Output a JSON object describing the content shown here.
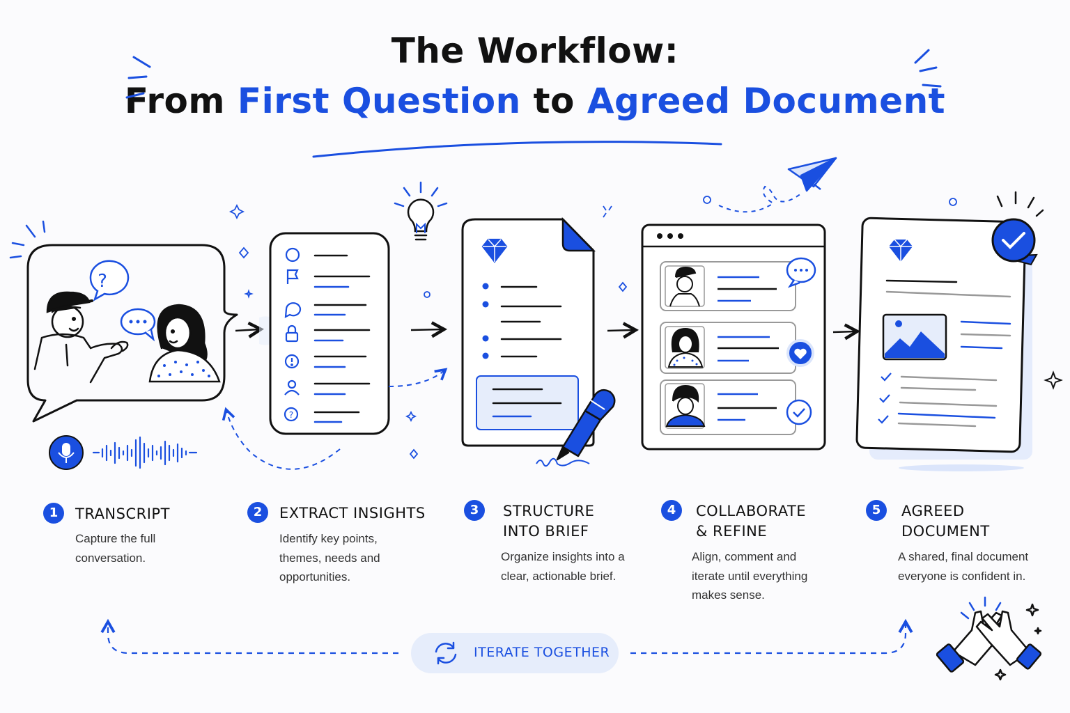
{
  "title": {
    "line1": "The Workflow:",
    "line2_a": "From",
    "line2_b": "First Question",
    "line2_c": "to",
    "line2_d": "Agreed Document"
  },
  "steps": [
    {
      "num": "1",
      "heading": "TRANSCRIPT",
      "desc": "Capture the full conversation."
    },
    {
      "num": "2",
      "heading": "EXTRACT INSIGHTS",
      "desc": "Identify key points, themes, needs and opportunities."
    },
    {
      "num": "3",
      "heading_1": "STRUCTURE",
      "heading_2": "INTO BRIEF",
      "desc": "Organize insights into a clear, actionable brief."
    },
    {
      "num": "4",
      "heading_1": "COLLABORATE",
      "heading_2": "& REFINE",
      "desc": "Align, comment and iterate until everything makes sense."
    },
    {
      "num": "5",
      "heading_1": "AGREED",
      "heading_2": "DOCUMENT",
      "desc": "A shared, final document everyone is confident in."
    }
  ],
  "loop": {
    "label": "ITERATE TOGETHER"
  },
  "colors": {
    "accent": "#1a4fe0",
    "ink": "#111111",
    "pill_bg": "#e6edfb"
  }
}
